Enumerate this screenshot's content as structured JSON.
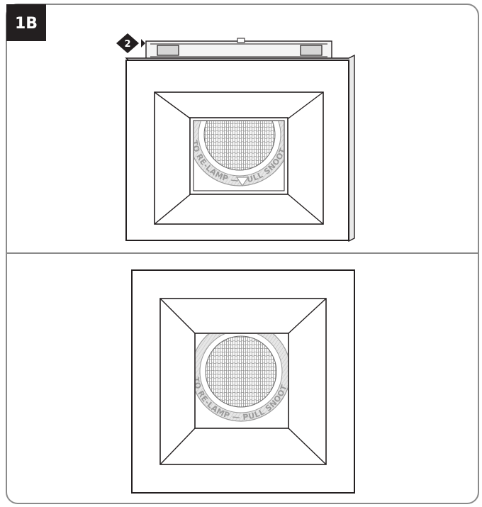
{
  "figure": {
    "step_label": "1B",
    "callout_number": "2",
    "ring_text": "TO RE-LAMP — PULL SNOOT"
  }
}
